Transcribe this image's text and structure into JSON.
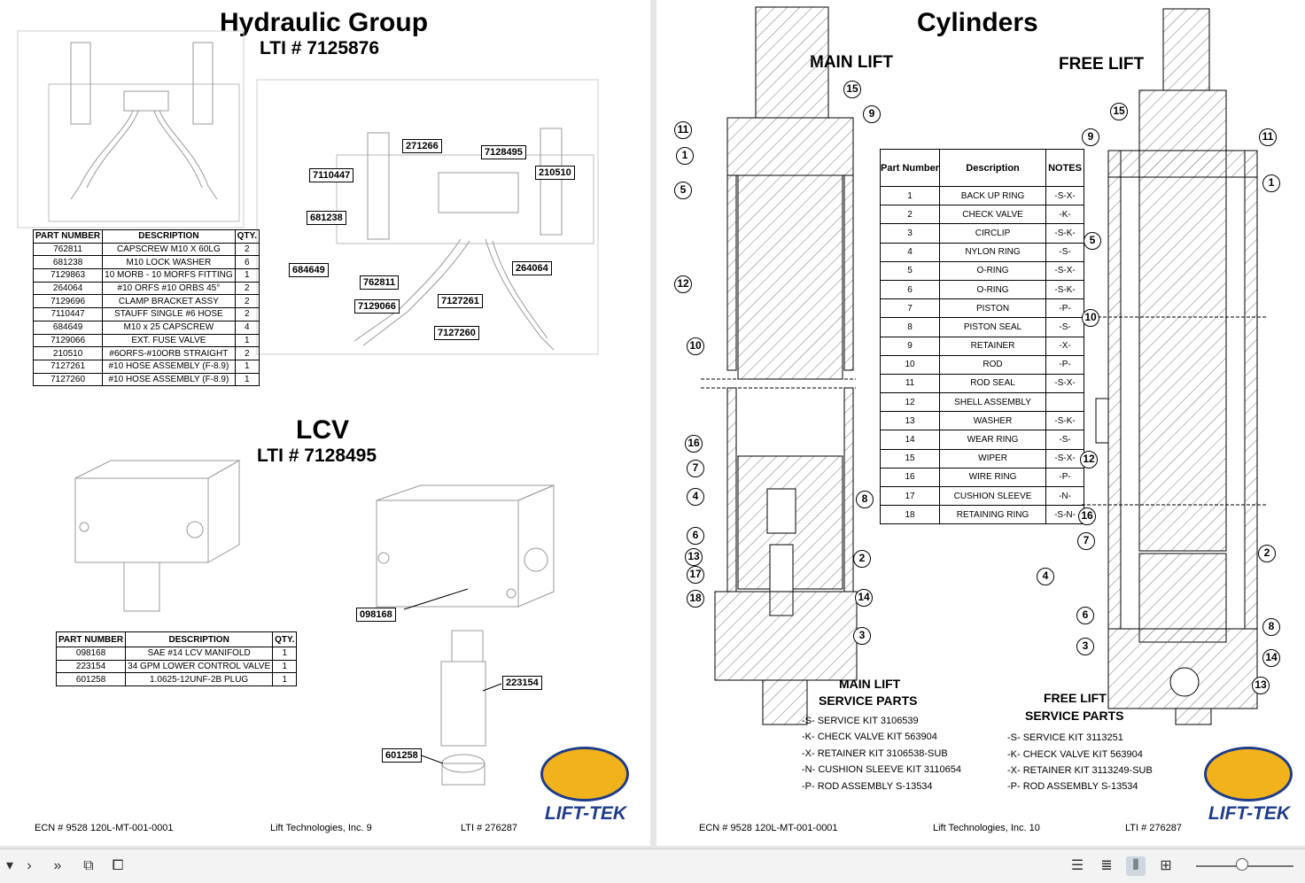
{
  "left": {
    "title": "Hydraulic Group",
    "subtitle": "LTI # 7125876",
    "parts_header": {
      "part": "PART NUMBER",
      "desc": "DESCRIPTION",
      "qty": "QTY."
    },
    "parts": [
      {
        "part": "762811",
        "desc": "CAPSCREW M10 X 60LG",
        "qty": "2"
      },
      {
        "part": "681238",
        "desc": "M10 LOCK WASHER",
        "qty": "6"
      },
      {
        "part": "7129863",
        "desc": "10 MORB - 10 MORFS FITTING",
        "qty": "1"
      },
      {
        "part": "264064",
        "desc": "#10 ORFS #10 ORBS 45°",
        "qty": "2"
      },
      {
        "part": "7129696",
        "desc": "CLAMP BRACKET ASSY",
        "qty": "2"
      },
      {
        "part": "7110447",
        "desc": "STAUFF SINGLE #6 HOSE",
        "qty": "2"
      },
      {
        "part": "684649",
        "desc": "M10 x 25 CAPSCREW",
        "qty": "4"
      },
      {
        "part": "7129066",
        "desc": "EXT. FUSE VALVE",
        "qty": "1"
      },
      {
        "part": "210510",
        "desc": "#6ORFS-#10ORB STRAIGHT",
        "qty": "2"
      },
      {
        "part": "7127261",
        "desc": "#10 HOSE ASSEMBLY (F-8.9)",
        "qty": "1"
      },
      {
        "part": "7127260",
        "desc": "#10 HOSE ASSEMBLY (F-8.9)",
        "qty": "1"
      }
    ],
    "callouts": [
      "271266",
      "7128495",
      "7110447",
      "210510",
      "681238",
      "684649",
      "264064",
      "762811",
      "7127261",
      "7129066",
      "7127260"
    ],
    "lcv_title": "LCV",
    "lcv_subtitle": "LTI #  7128495",
    "lcv_header": {
      "part": "PART NUMBER",
      "desc": "DESCRIPTION",
      "qty": "QTY."
    },
    "lcv_parts": [
      {
        "part": "098168",
        "desc": "SAE #14 LCV MANIFOLD",
        "qty": "1"
      },
      {
        "part": "223154",
        "desc": "34 GPM LOWER CONTROL VALVE",
        "qty": "1"
      },
      {
        "part": "601258",
        "desc": "1.0625-12UNF-2B PLUG",
        "qty": "1"
      }
    ],
    "lcv_callouts": [
      "098168",
      "223154",
      "601258"
    ],
    "footer": {
      "ecn": "ECN # 9528   120L-MT-001-0001",
      "company": "Lift Technologies, Inc. 9",
      "lti": "LTI # 276287"
    }
  },
  "right": {
    "title": "Cylinders",
    "main_lift": "MAIN LIFT",
    "free_lift": "FREE LIFT",
    "table_header": {
      "part": "Part Number",
      "desc": "Description",
      "notes": "NOTES"
    },
    "rows": [
      {
        "part": "1",
        "desc": "BACK UP RING",
        "notes": "-S-X-"
      },
      {
        "part": "2",
        "desc": "CHECK VALVE",
        "notes": "-K-"
      },
      {
        "part": "3",
        "desc": "CIRCLIP",
        "notes": "-S-K-"
      },
      {
        "part": "4",
        "desc": "NYLON RING",
        "notes": "-S-"
      },
      {
        "part": "5",
        "desc": "O-RING",
        "notes": "-S-X-"
      },
      {
        "part": "6",
        "desc": "O-RING",
        "notes": "-S-K-"
      },
      {
        "part": "7",
        "desc": "PISTON",
        "notes": "-P-"
      },
      {
        "part": "8",
        "desc": "PISTON SEAL",
        "notes": "-S-"
      },
      {
        "part": "9",
        "desc": "RETAINER",
        "notes": "-X-"
      },
      {
        "part": "10",
        "desc": "ROD",
        "notes": "-P-"
      },
      {
        "part": "11",
        "desc": "ROD SEAL",
        "notes": "-S-X-"
      },
      {
        "part": "12",
        "desc": "SHELL ASSEMBLY",
        "notes": ""
      },
      {
        "part": "13",
        "desc": "WASHER",
        "notes": "-S-K-"
      },
      {
        "part": "14",
        "desc": "WEAR RING",
        "notes": "-S-"
      },
      {
        "part": "15",
        "desc": "WIPER",
        "notes": "-S-X-"
      },
      {
        "part": "16",
        "desc": "WIRE RING",
        "notes": "-P-"
      },
      {
        "part": "17",
        "desc": "CUSHION SLEEVE",
        "notes": "-N-"
      },
      {
        "part": "18",
        "desc": "RETAINING RING",
        "notes": "-S-N-"
      }
    ],
    "main_service_title": "MAIN LIFT",
    "main_service_sub": "SERVICE PARTS",
    "main_kits": [
      "-S-   SERVICE KIT 3106539",
      "-K-   CHECK VALVE KIT 563904",
      "-X-   RETAINER KIT 3106538-SUB",
      "-N-  CUSHION SLEEVE KIT 3110654",
      "-P-  ROD ASSEMBLY S-13534"
    ],
    "free_service_title": "FREE LIFT",
    "free_service_sub": "SERVICE PARTS",
    "free_kits": [
      "-S-   SERVICE KIT 3113251",
      "-K-   CHECK VALVE KIT 563904",
      "-X-   RETAINER KIT 3113249-SUB",
      "-P-  ROD ASSEMBLY S-13534"
    ],
    "main_numbers": [
      "15",
      "9",
      "11",
      "1",
      "5",
      "12",
      "10",
      "16",
      "7",
      "4",
      "8",
      "6",
      "13",
      "17",
      "18",
      "2",
      "14",
      "3"
    ],
    "free_numbers": [
      "15",
      "9",
      "11",
      "1",
      "5",
      "10",
      "12",
      "16",
      "7",
      "2",
      "4",
      "8",
      "6",
      "14",
      "3",
      "13"
    ],
    "footer": {
      "ecn": "ECN # 9528   120L-MT-001-0001",
      "company": "Lift Technologies, Inc. 10",
      "lti": "LTI # 276287"
    }
  },
  "logo_text": "LIFT-TEK",
  "colors": {
    "logo_gold": "#f2b21b",
    "logo_blue": "#1f3c8a"
  },
  "toolbar": {
    "icons": [
      "chevron-down-icon",
      "next-page-icon",
      "last-page-icon",
      "rotate-icon",
      "extract-icon",
      "single-page-icon",
      "continuous-icon",
      "two-page-icon",
      "grid-view-icon"
    ]
  }
}
